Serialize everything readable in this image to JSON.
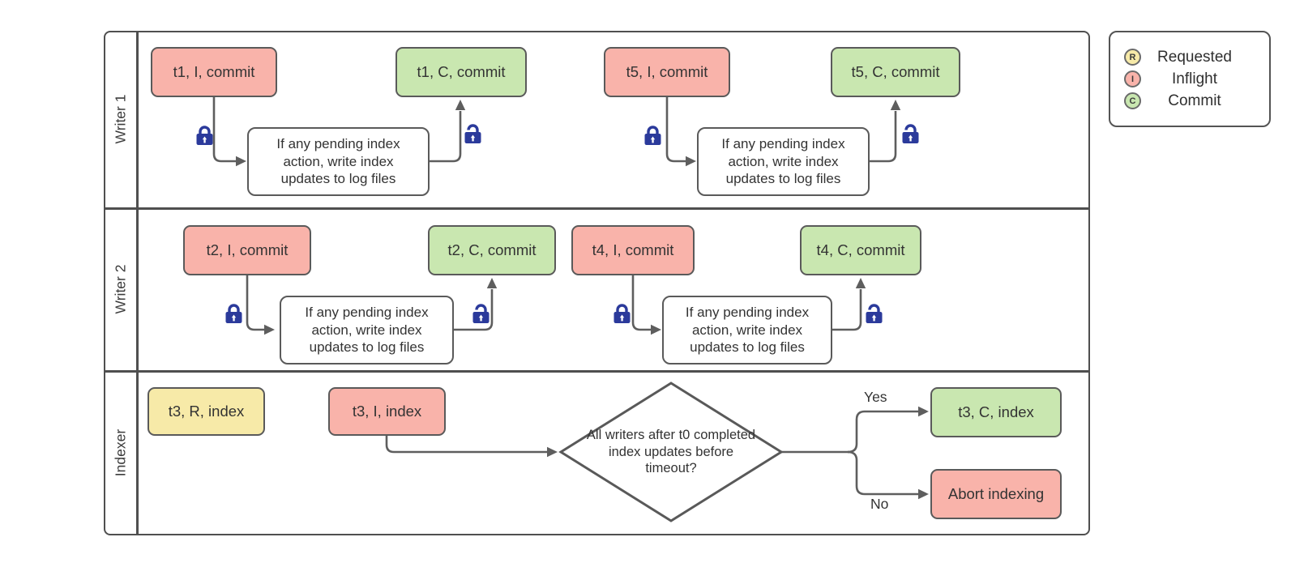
{
  "lanes": [
    {
      "label": "Writer 1"
    },
    {
      "label": "Writer 2"
    },
    {
      "label": "Indexer"
    }
  ],
  "nodes": {
    "t1_inflight": "t1, I, commit",
    "t1_commit": "t1, C, commit",
    "t5_inflight": "t5, I, commit",
    "t5_commit": "t5, C, commit",
    "t2_inflight": "t2, I, commit",
    "t2_commit": "t2, C, commit",
    "t4_inflight": "t4, I, commit",
    "t4_commit": "t4, C, commit",
    "t3_requested": "t3, R, index",
    "t3_inflight": "t3, I, index",
    "t3_commit": "t3, C, index",
    "abort": "Abort indexing",
    "process": "If any pending index action, write index updates to log files",
    "decision": "All writers after t0 completed index updates before timeout?"
  },
  "branch_labels": {
    "yes": "Yes",
    "no": "No"
  },
  "legend": {
    "items": [
      {
        "symbol": "R",
        "label": "Requested",
        "color": "#f7eaa8"
      },
      {
        "symbol": "I",
        "label": "Inflight",
        "color": "#f9b3aa"
      },
      {
        "symbol": "C",
        "label": "Commit",
        "color": "#c9e7b0"
      }
    ]
  },
  "colors": {
    "requested": "#f7eaa8",
    "inflight": "#f9b3aa",
    "commit": "#c9e7b0",
    "shape_border": "#5a5a5a",
    "connector": "#5e5e5e",
    "lock": "#2b3a9b"
  }
}
